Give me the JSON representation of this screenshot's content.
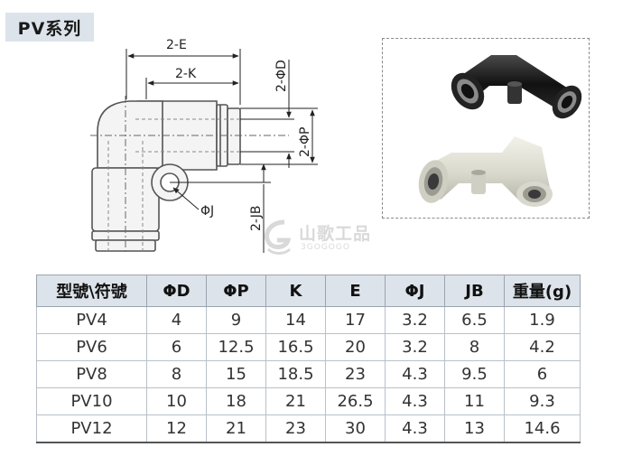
{
  "series_title": "PV系列",
  "drawing_labels": {
    "e": "2-E",
    "k": "2-K",
    "d": "2-ΦD",
    "p": "2-ΦP",
    "j": "ΦJ",
    "jb": "2-JB"
  },
  "watermark": {
    "brand_cn": "山歌工品",
    "brand_en": "3GOGOGO"
  },
  "table": {
    "headers": [
      "型號\\符號",
      "ΦD",
      "ΦP",
      "K",
      "E",
      "ΦJ",
      "JB",
      "重量(g)"
    ],
    "rows": [
      [
        "PV4",
        "4",
        "9",
        "14",
        "17",
        "3.2",
        "6.5",
        "1.9"
      ],
      [
        "PV6",
        "6",
        "12.5",
        "16.5",
        "20",
        "3.2",
        "8",
        "4.2"
      ],
      [
        "PV8",
        "8",
        "15",
        "18.5",
        "23",
        "4.3",
        "9.5",
        "6"
      ],
      [
        "PV10",
        "10",
        "18",
        "21",
        "26.5",
        "4.3",
        "11",
        "9.3"
      ],
      [
        "PV12",
        "12",
        "21",
        "23",
        "30",
        "4.3",
        "13",
        "14.6"
      ]
    ]
  }
}
